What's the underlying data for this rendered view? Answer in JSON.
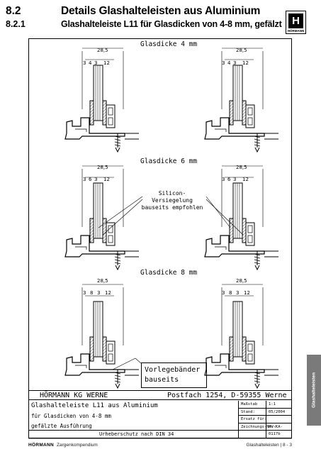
{
  "header": {
    "section_number": "8.2",
    "section_title": "Details Glashalteleisten aus Aluminium",
    "subsection_number": "8.2.1",
    "subsection_title": "Glashalteleiste L11 für Glasdicken von 4-8 mm, gefälzt"
  },
  "logo": {
    "letter": "H",
    "text": "HÖRMANN"
  },
  "drawing": {
    "sections": [
      {
        "title": "Glasdicke 4 mm",
        "total_left": "28,5",
        "total_right": "28,5",
        "dims_left": [
          "3",
          "4",
          "3",
          "12"
        ],
        "dims_right": [
          "3",
          "4",
          "3",
          "12"
        ]
      },
      {
        "title": "Glasdicke 6 mm",
        "total_left": "28,5",
        "total_right": "28,5",
        "dims_left": [
          "3",
          "6",
          "3",
          "12"
        ],
        "dims_right": [
          "3",
          "6",
          "3",
          "12"
        ]
      },
      {
        "title": "Glasdicke 8 mm",
        "total_left": "28,5",
        "total_right": "28,5",
        "dims_left": [
          "3",
          "8",
          "3",
          "12"
        ],
        "dims_right": [
          "3",
          "8",
          "3",
          "12"
        ]
      }
    ],
    "silicon_note_line1": "Silicon-Versiegelung",
    "silicon_note_line2": "bauseits empfohlen",
    "vorlege_line1": "Vorlegebänder",
    "vorlege_line2": "bauseits"
  },
  "title_block": {
    "company": "HÖRMANN KG WERNE",
    "address": "Postfach 1254, D-59355 Werne",
    "line1": "Glashalteleiste L11 aus Aluminium",
    "line2": "für Glasdicken von 4-8 mm",
    "line3": "gefälzte Ausführung",
    "copyright": "Urheberschutz nach DIN 34",
    "rows": [
      {
        "key": "Maßstab",
        "value": "1:1"
      },
      {
        "key": "Stand:",
        "value": "05/2004"
      },
      {
        "key": "Ersatz für:",
        "value": ""
      },
      {
        "key": "Zeichnungs-Nr.:",
        "value": "HW-KA-0117b"
      }
    ]
  },
  "footer": {
    "brand": "HÖRMANN",
    "subtitle": "Zargenkompendium",
    "right": "Glashalteleisten | 8 - 3"
  },
  "side_tab": "Glashalteleisten"
}
